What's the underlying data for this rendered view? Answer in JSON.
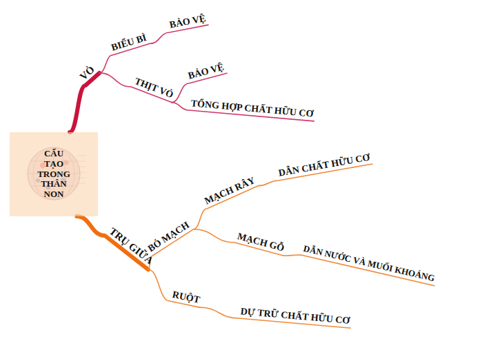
{
  "diagram": {
    "nodes": [
      {
        "text": [
          "CẤU TẠO TRONG THÂN NON"
        ]
      },
      {
        "text": [
          "VỎ"
        ]
      },
      {
        "text": [
          "BIỂU BÌ"
        ]
      },
      {
        "text": [
          "BẢO VỆ"
        ]
      },
      {
        "text": [
          "THỊT VỎ"
        ]
      },
      {
        "text": [
          "BẢO VỆ"
        ]
      },
      {
        "text": [
          "TỔNG HỢP CHẤT HỮU CƠ"
        ]
      },
      {
        "text": [
          "TRỤ GIỮA"
        ]
      },
      {
        "text": [
          "BÓ MẠCH"
        ]
      },
      {
        "text": [
          "MẠCH RÂY"
        ]
      },
      {
        "text": [
          "DẪN CHẤT HỮU CƠ"
        ]
      },
      {
        "text": [
          "MẠCH GỖ"
        ]
      },
      {
        "text": [
          "DẪN NƯỚC VÀ MUỐI KHOÁNG"
        ]
      },
      {
        "text": [
          "RUỘT"
        ]
      },
      {
        "text": [
          "DỰ TRỮ CHẤT HỮU CƠ"
        ]
      }
    ],
    "edges": [
      {
        "from": 0,
        "to": 1,
        "arrow": "none"
      },
      {
        "from": 1,
        "to": 2,
        "arrow": "none"
      },
      {
        "from": 2,
        "to": 3,
        "arrow": "none"
      },
      {
        "from": 1,
        "to": 4,
        "arrow": "none"
      },
      {
        "from": 4,
        "to": 5,
        "arrow": "none"
      },
      {
        "from": 4,
        "to": 6,
        "arrow": "none"
      },
      {
        "from": 0,
        "to": 7,
        "arrow": "none"
      },
      {
        "from": 7,
        "to": 8,
        "arrow": "none"
      },
      {
        "from": 8,
        "to": 9,
        "arrow": "none"
      },
      {
        "from": 9,
        "to": 10,
        "arrow": "none"
      },
      {
        "from": 8,
        "to": 11,
        "arrow": "none"
      },
      {
        "from": 11,
        "to": 12,
        "arrow": "none"
      },
      {
        "from": 7,
        "to": 13,
        "arrow": "none"
      },
      {
        "from": 13,
        "to": 14,
        "arrow": "none"
      }
    ]
  }
}
